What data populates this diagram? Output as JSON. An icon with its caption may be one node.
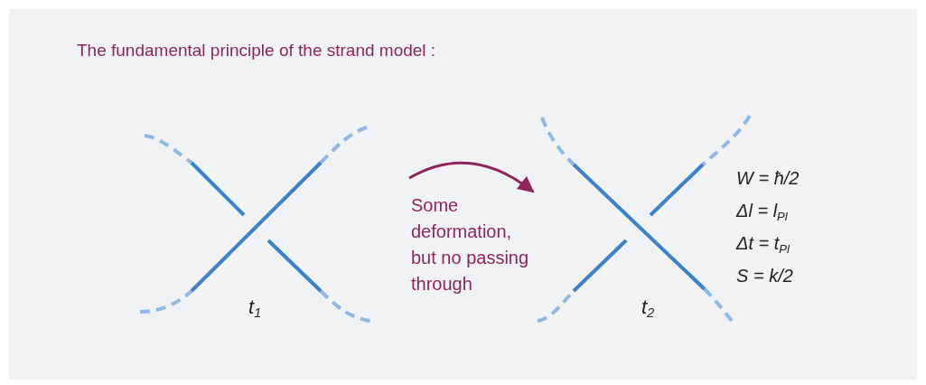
{
  "diagram": {
    "title": "The fundamental principle of the strand model :",
    "nodes": [
      {
        "text": [
          "t$_{1}$"
        ]
      },
      {
        "text": [
          "t$_{2}$"
        ]
      }
    ],
    "edges": [
      {
        "from": 0,
        "to": 1,
        "arrow": "to",
        "label": "Some deformation, but no passing through"
      }
    ],
    "labels": [
      "W = ħ/2",
      "Δl = l$_{Pl}$",
      "Δt = t$_{Pl}$",
      "S = k/2"
    ]
  }
}
